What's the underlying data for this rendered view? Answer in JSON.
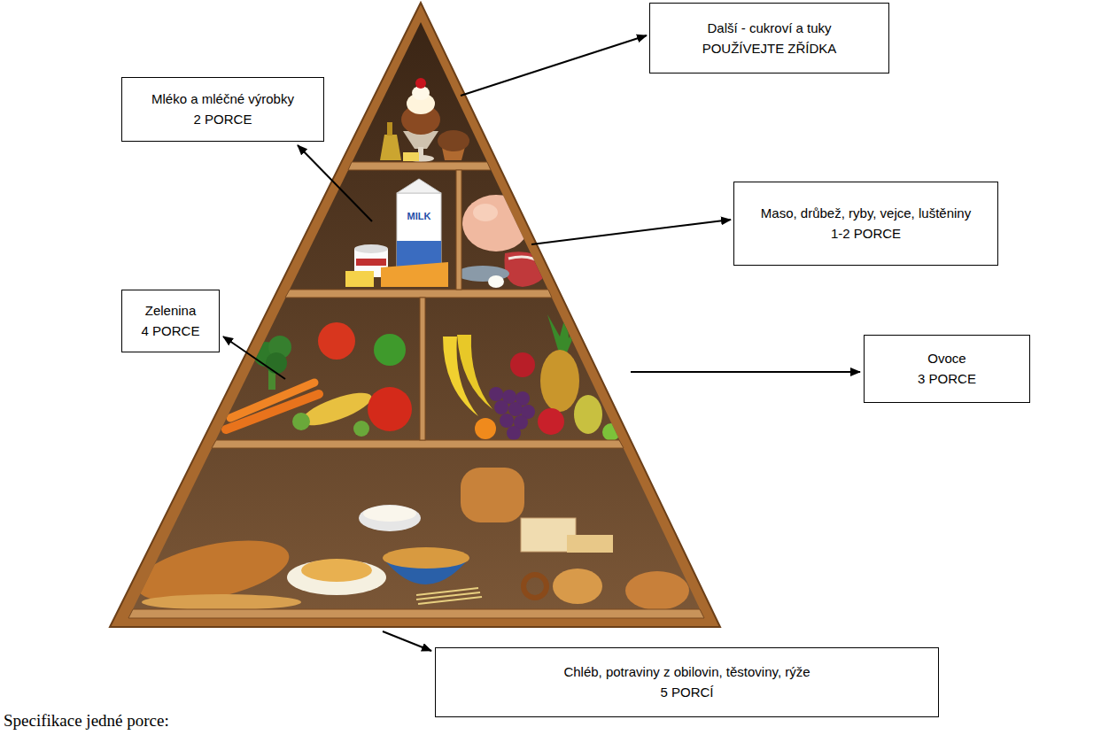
{
  "diagram": {
    "nodes": [
      {
        "text": [
          "Další - cukroví a tuky",
          "POUŽÍVEJTE ZŘÍDKA"
        ]
      },
      {
        "text": [
          "Mléko a mléčné výrobky",
          "2 PORCE"
        ]
      },
      {
        "text": [
          "Maso, drůbež, ryby, vejce, luštěniny",
          "1-2 PORCE"
        ]
      },
      {
        "text": [
          "Zelenina",
          "4 PORCE"
        ]
      },
      {
        "text": [
          "Ovoce",
          "3 PORCE"
        ]
      },
      {
        "text": [
          "Chléb, potraviny z obilovin, těstoviny, rýže",
          "5 PORCÍ"
        ]
      }
    ],
    "labels": [
      "MILK",
      "Specifikace jedné porce:"
    ]
  }
}
